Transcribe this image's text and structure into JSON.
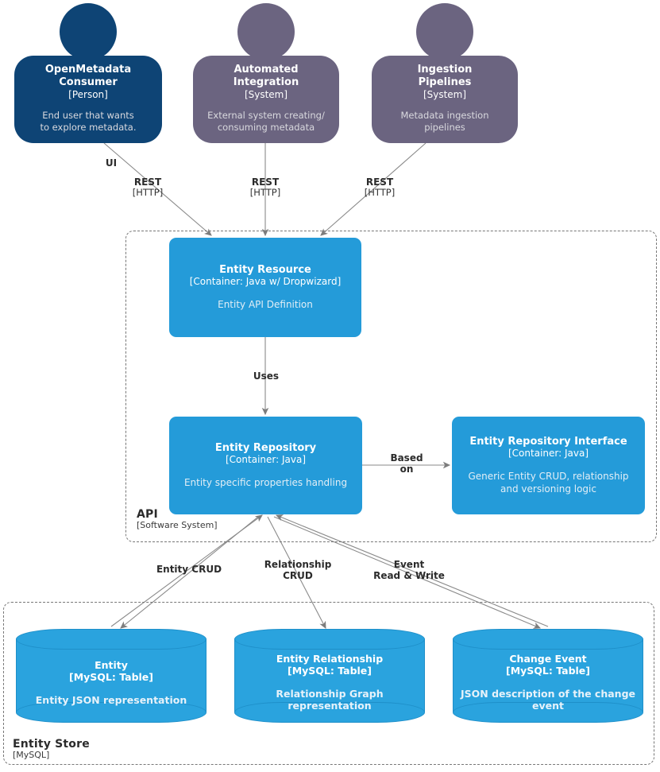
{
  "diagram": {
    "type": "c4-container-diagram",
    "colors": {
      "person": "#0e4475",
      "external_system": "#6b6480",
      "container": "#249bd9",
      "database": "#2aa3de",
      "boundary_line": "#777777",
      "edge_line": "#808080",
      "text_light": "#ffffff",
      "text_dark": "#2b2b2b"
    }
  },
  "actors": [
    {
      "id": "openmetadata-consumer",
      "title": "OpenMetadata\nConsumer",
      "title_line1": "OpenMetadata",
      "title_line2": "Consumer",
      "type": "[Person]",
      "desc_line1": "End user that wants",
      "desc_line2": "to explore metadata.",
      "style": "person"
    },
    {
      "id": "automated-integration",
      "title_line1": "Automated",
      "title_line2": "Integration",
      "type": "[System]",
      "desc_line1": "External system creating/",
      "desc_line2": "consuming metadata",
      "style": "system"
    },
    {
      "id": "ingestion-pipelines",
      "title_line1": "Ingestion",
      "title_line2": "Pipelines",
      "type": "[System]",
      "desc_line1": "Metadata ingestion",
      "desc_line2": "pipelines",
      "style": "system"
    }
  ],
  "boundaries": [
    {
      "id": "api",
      "name": "API",
      "type": "[Software System]"
    },
    {
      "id": "entity-store",
      "name": "Entity Store",
      "type": "[MySQL]"
    }
  ],
  "containers": [
    {
      "id": "entity-resource",
      "title": "Entity Resource",
      "type": "[Container: Java w/ Dropwizard]",
      "desc": "Entity API Definition"
    },
    {
      "id": "entity-repository",
      "title": "Entity Repository",
      "type": "[Container: Java]",
      "desc": "Entity specific properties handling"
    },
    {
      "id": "entity-repository-interface",
      "title": "Entity Repository Interface",
      "type": "[Container: Java]",
      "desc_line1": "Generic Entity CRUD, relationship",
      "desc_line2": "and versioning logic"
    }
  ],
  "databases": [
    {
      "id": "entity-table",
      "title": "Entity",
      "type": "[MySQL: Table]",
      "desc_line1": "Entity JSON representation",
      "desc_line2": ""
    },
    {
      "id": "entity-relationship-table",
      "title": "Entity Relationship",
      "type": "[MySQL: Table]",
      "desc_line1": "Relationship Graph",
      "desc_line2": "representation"
    },
    {
      "id": "change-event-table",
      "title": "Change Event",
      "type": "[MySQL: Table]",
      "desc_line1": "JSON description of the change",
      "desc_line2": "event"
    }
  ],
  "edges": [
    {
      "id": "ui",
      "label": "UI",
      "tech": ""
    },
    {
      "id": "rest-consumer",
      "label": "REST",
      "tech": "[HTTP]"
    },
    {
      "id": "rest-integration",
      "label": "REST",
      "tech": "[HTTP]"
    },
    {
      "id": "rest-ingestion",
      "label": "REST",
      "tech": "[HTTP]"
    },
    {
      "id": "uses",
      "label": "Uses",
      "tech": ""
    },
    {
      "id": "based-on",
      "label": "Based",
      "tech": "on"
    },
    {
      "id": "entity-crud",
      "label": "Entity CRUD",
      "tech": ""
    },
    {
      "id": "relationship-crud",
      "label": "Relationship",
      "tech": "CRUD"
    },
    {
      "id": "event-read-write",
      "label": "Event",
      "tech": "Read & Write"
    }
  ]
}
